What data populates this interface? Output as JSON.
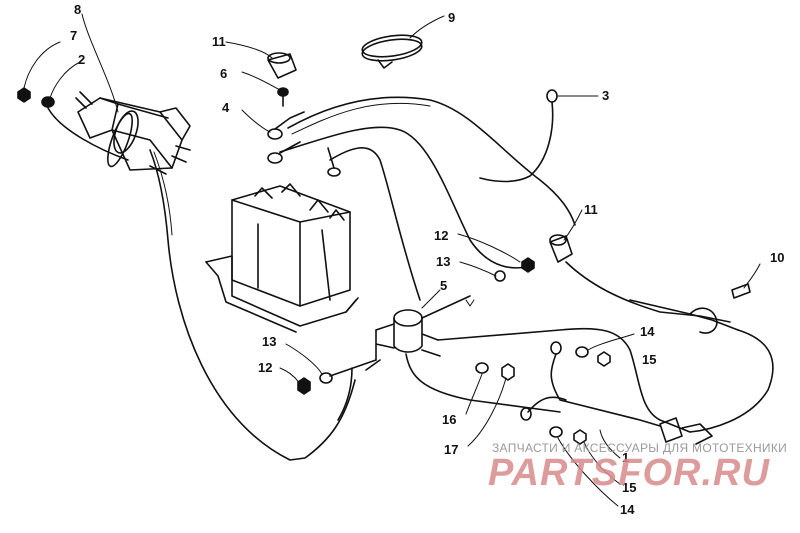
{
  "diagram": {
    "callouts": [
      {
        "id": "c8",
        "label": "8"
      },
      {
        "id": "c7",
        "label": "7"
      },
      {
        "id": "c2",
        "label": "2"
      },
      {
        "id": "c11a",
        "label": "11"
      },
      {
        "id": "c6",
        "label": "6"
      },
      {
        "id": "c4",
        "label": "4"
      },
      {
        "id": "c9",
        "label": "9"
      },
      {
        "id": "c3",
        "label": "3"
      },
      {
        "id": "c11b",
        "label": "11"
      },
      {
        "id": "c12a",
        "label": "12"
      },
      {
        "id": "c13a",
        "label": "13"
      },
      {
        "id": "c5",
        "label": "5"
      },
      {
        "id": "c10",
        "label": "10"
      },
      {
        "id": "c14a",
        "label": "14"
      },
      {
        "id": "c15a",
        "label": "15"
      },
      {
        "id": "c13b",
        "label": "13"
      },
      {
        "id": "c12b",
        "label": "12"
      },
      {
        "id": "c16",
        "label": "16"
      },
      {
        "id": "c17",
        "label": "17"
      },
      {
        "id": "c1",
        "label": "1"
      },
      {
        "id": "c15b",
        "label": "15"
      },
      {
        "id": "c14b",
        "label": "14"
      }
    ]
  },
  "watermark": {
    "tagline": "ЗАПЧАСТИ И АКСЕССУАРЫ ДЛЯ МОТОТЕХНИКИ",
    "logo": "PARTSFOR.RU",
    "tagline_color": "#9a9a9a",
    "logo_color": "#d98a8a"
  },
  "colors": {
    "line": "#111111",
    "background": "#ffffff"
  }
}
